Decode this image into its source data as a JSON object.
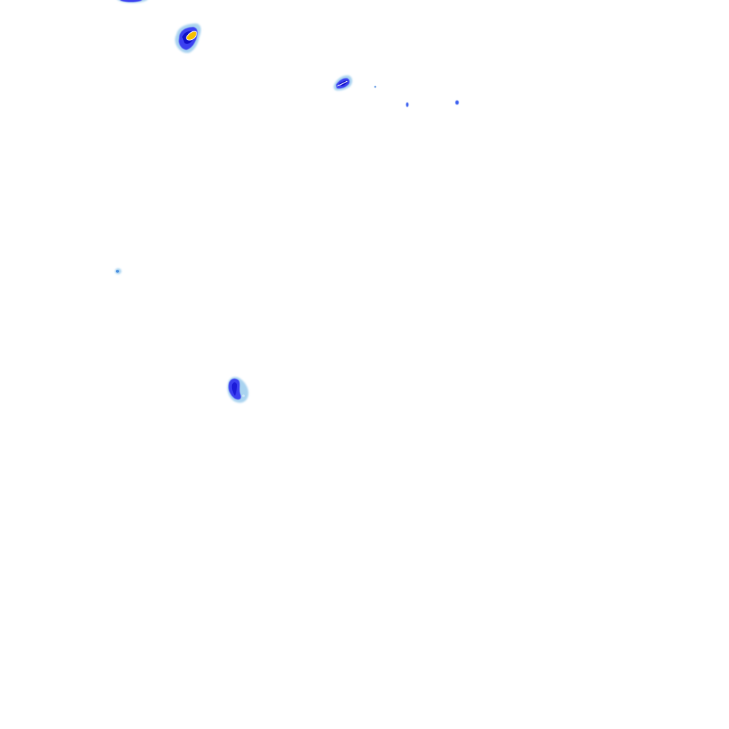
{
  "map": {
    "kind": "precipitation-radar-overlay",
    "background_color": "#ffffff",
    "intensity_colors": {
      "light": "#a9d3f0",
      "moderate": "#3b3ff0",
      "heavy": "#1010c8",
      "very_heavy": "#f5c000",
      "core_outline": "#ffffff"
    },
    "echoes": [
      {
        "name": "echo-top-edge",
        "intensity": "moderate"
      },
      {
        "name": "echo-north-west",
        "intensity": "very_heavy"
      },
      {
        "name": "echo-north-central",
        "intensity": "heavy"
      },
      {
        "name": "echo-speck-1",
        "intensity": "light"
      },
      {
        "name": "echo-speck-2",
        "intensity": "moderate"
      },
      {
        "name": "echo-speck-3",
        "intensity": "moderate"
      },
      {
        "name": "echo-west",
        "intensity": "light"
      },
      {
        "name": "echo-south-west",
        "intensity": "moderate"
      }
    ]
  }
}
